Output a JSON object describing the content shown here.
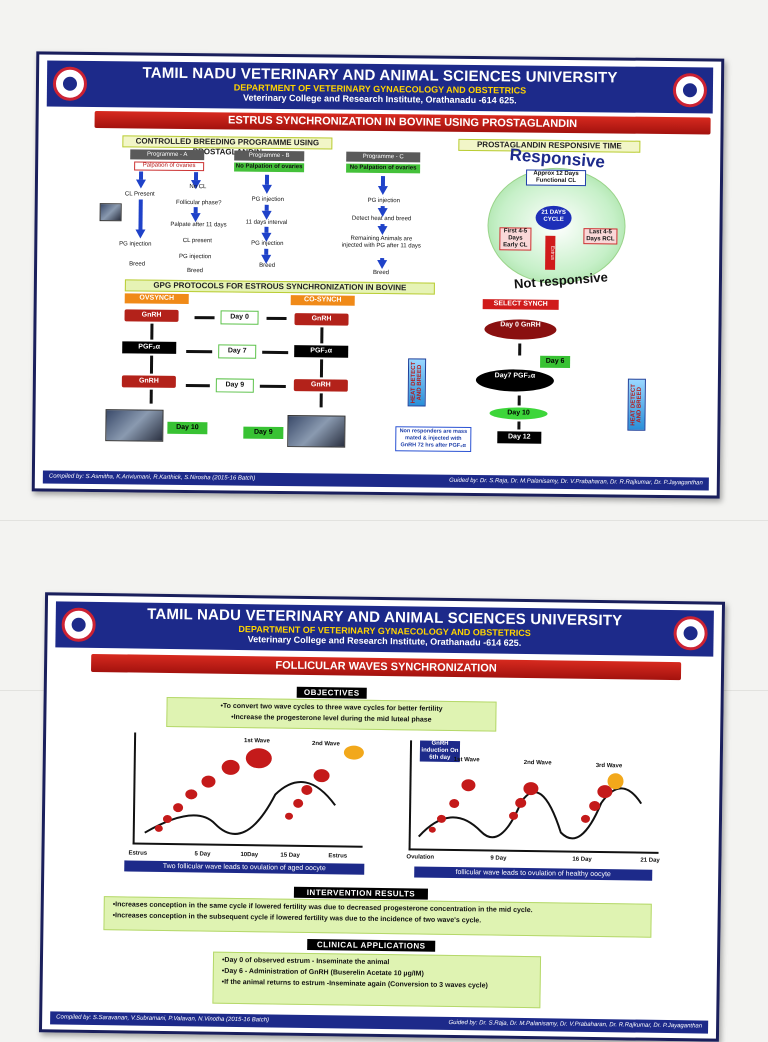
{
  "poster1": {
    "university": "TAMIL NADU VETERINARY AND ANIMAL SCIENCES UNIVERSITY",
    "department": "DEPARTMENT OF VETERINARY GYNAECOLOGY AND OBSTETRICS",
    "college": "Veterinary College and Research Institute, Orathanadu -614 625.",
    "banner": "ESTRUS SYNCHRONIZATION IN BOVINE USING PROSTAGLANDIN",
    "controlled_title": "CONTROLLED BREEDING PROGRAMME USING PROSTAGLANDIN",
    "responsive_title": "PROSTAGLANDIN RESPONSIVE TIME",
    "programmes": [
      "Programme - A",
      "Programme - B",
      "Programme - C"
    ],
    "progA": {
      "head": "Palpation of ovaries",
      "cl_present": "CL Present",
      "no_cl": "No CL",
      "follicular": "Follicular phase?",
      "palpate": "Palpate after 11 days",
      "cl_present2": "CL present",
      "pg1": "PG injection",
      "pg2": "PG injection",
      "breed1": "Breed",
      "breed2": "Breed"
    },
    "progB": {
      "head": "No Palpation of ovaries",
      "pg1": "PG injection",
      "interval": "11 days interval",
      "pg2": "PG injection",
      "breed": "Breed"
    },
    "progC": {
      "head": "No Palpation of ovaries",
      "pg1": "PG injection",
      "detect": "Detect heat and breed",
      "remaining": "Remaining Animals are injected with PG after 11 days",
      "breed": "Breed"
    },
    "responsive": {
      "top": "Responsive",
      "approx": "Approx 12 Days Functional CL",
      "cycle": "21 DAYS CYCLE",
      "first": "First 4-5 Days Early CL",
      "middle": "Estrus",
      "last": "Last 4-5 Days RCL",
      "bottom": "Not responsive"
    },
    "gpg_title": "GPG PROTOCOLS FOR ESTROUS SYNCHRONIZATION IN BOVINE",
    "ovsynch": "OVSYNCH",
    "cosynch": "CO-SYNCH",
    "selectsynch": "SELECT SYNCH",
    "gnrh": "GnRH",
    "pgf": "PGF₂α",
    "day0": "Day 0",
    "day7": "Day 7",
    "day9": "Day 9",
    "day10": "Day 10",
    "day9b": "Day 9",
    "ss_day0": "Day 0 GnRH",
    "ss_day6": "Day 6",
    "ss_day7": "Day7 PGF₂α",
    "ss_day10": "Day 10",
    "ss_day12": "Day 12",
    "heat_left": "HEAT DETECT AND BREED",
    "heat_right": "HEAT DETECT AND BREED",
    "nonresp": "Non responders are mass mated & injected with GnRH 72 hrs after PGF₂α",
    "compiled": "Compiled by: S.Asmitha, K.Ariviumani, R.Karthick, S.Nirosha (2015-16 Batch)",
    "guided": "Guided by: Dr. S.Raja, Dr. M.Palanisamy, Dr. V.Prabaharan, Dr. R.Rajkumar, Dr. P.Jayaganthan"
  },
  "poster2": {
    "university": "TAMIL NADU VETERINARY AND ANIMAL SCIENCES UNIVERSITY",
    "department": "DEPARTMENT OF VETERINARY GYNAECOLOGY AND OBSTETRICS",
    "college": "Veterinary College and Research Institute, Orathanadu -614 625.",
    "banner": "FOLLICULAR WAVES SYNCHRONIZATION",
    "objectives_title": "OBJECTIVES",
    "objectives": [
      "•To convert two wave cycles to three wave cycles for better fertility",
      "•Increase the progesterone level during the mid luteal phase"
    ],
    "chart1": {
      "wave1": "1st Wave",
      "wave2": "2nd Wave",
      "ticks": [
        "Estrus",
        "5 Day",
        "10Day",
        "15 Day",
        "Estrus"
      ],
      "caption": "Two follicular wave leads to ovulation of aged oocyte"
    },
    "chart2": {
      "induction": "GnRH induction On 6th day",
      "wave1": "1st Wave",
      "wave2": "2nd Wave",
      "wave3": "3rd Wave",
      "ticks": [
        "Ovulation",
        "9 Day",
        "16 Day",
        "21 Day"
      ],
      "caption": "follicular wave leads to ovulation of healthy oocyte"
    },
    "results_title": "INTERVENTION   RESULTS",
    "results": [
      "•Increases conception in the same cycle if lowered fertility was due to decreased progesterone concentration in the mid cycle.",
      "•Increases conception in the subsequent cycle if lowered fertility was due to the incidence of two wave's cycle."
    ],
    "clinical_title": "CLINICAL   APPLICATIONS",
    "clinical": [
      "•Day 0 of observed estrum - Inseminate the animal",
      "•Day 6 - Administration of GnRH (Buserelin Acetate 10 µg/IM)",
      "•If the animal returns to estrum -Inseminate again (Conversion to 3 waves cycle)"
    ],
    "compiled": "Compiled by: S.Saravanan, V.Subramani, P.Valavan, N.Vinotha (2015-16 Batch)",
    "guided": "Guided by: Dr. S.Raja, Dr. M.Palanisamy, Dr. V.Prabaharan, Dr. R.Rajkumar, Dr. P.Jayaganthan"
  }
}
